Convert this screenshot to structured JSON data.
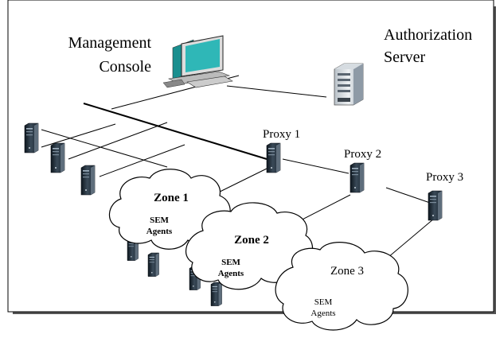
{
  "labels": {
    "management_console_line1": "Management",
    "management_console_line2": "Console",
    "authorization_server_line1": "Authorization",
    "authorization_server_line2": "Server",
    "proxy1": "Proxy 1",
    "proxy2": "Proxy 2",
    "proxy3": "Proxy 3"
  },
  "zones": [
    {
      "name": "Zone 1",
      "agents_line1": "SEM",
      "agents_line2": "Agents"
    },
    {
      "name": "Zone 2",
      "agents_line1": "SEM",
      "agents_line2": "Agents"
    },
    {
      "name": "Zone 3",
      "agents_line1": "SEM",
      "agents_line2": "Agents"
    }
  ],
  "colors": {
    "monitor_screen": "#2fb7b7",
    "server_dark": "#1e2a34",
    "server_light": "#8e9aa6",
    "frame_shadow": "#555555"
  },
  "icons": [
    "computer-monitor-icon",
    "server-tower-icon",
    "cloud-icon"
  ]
}
